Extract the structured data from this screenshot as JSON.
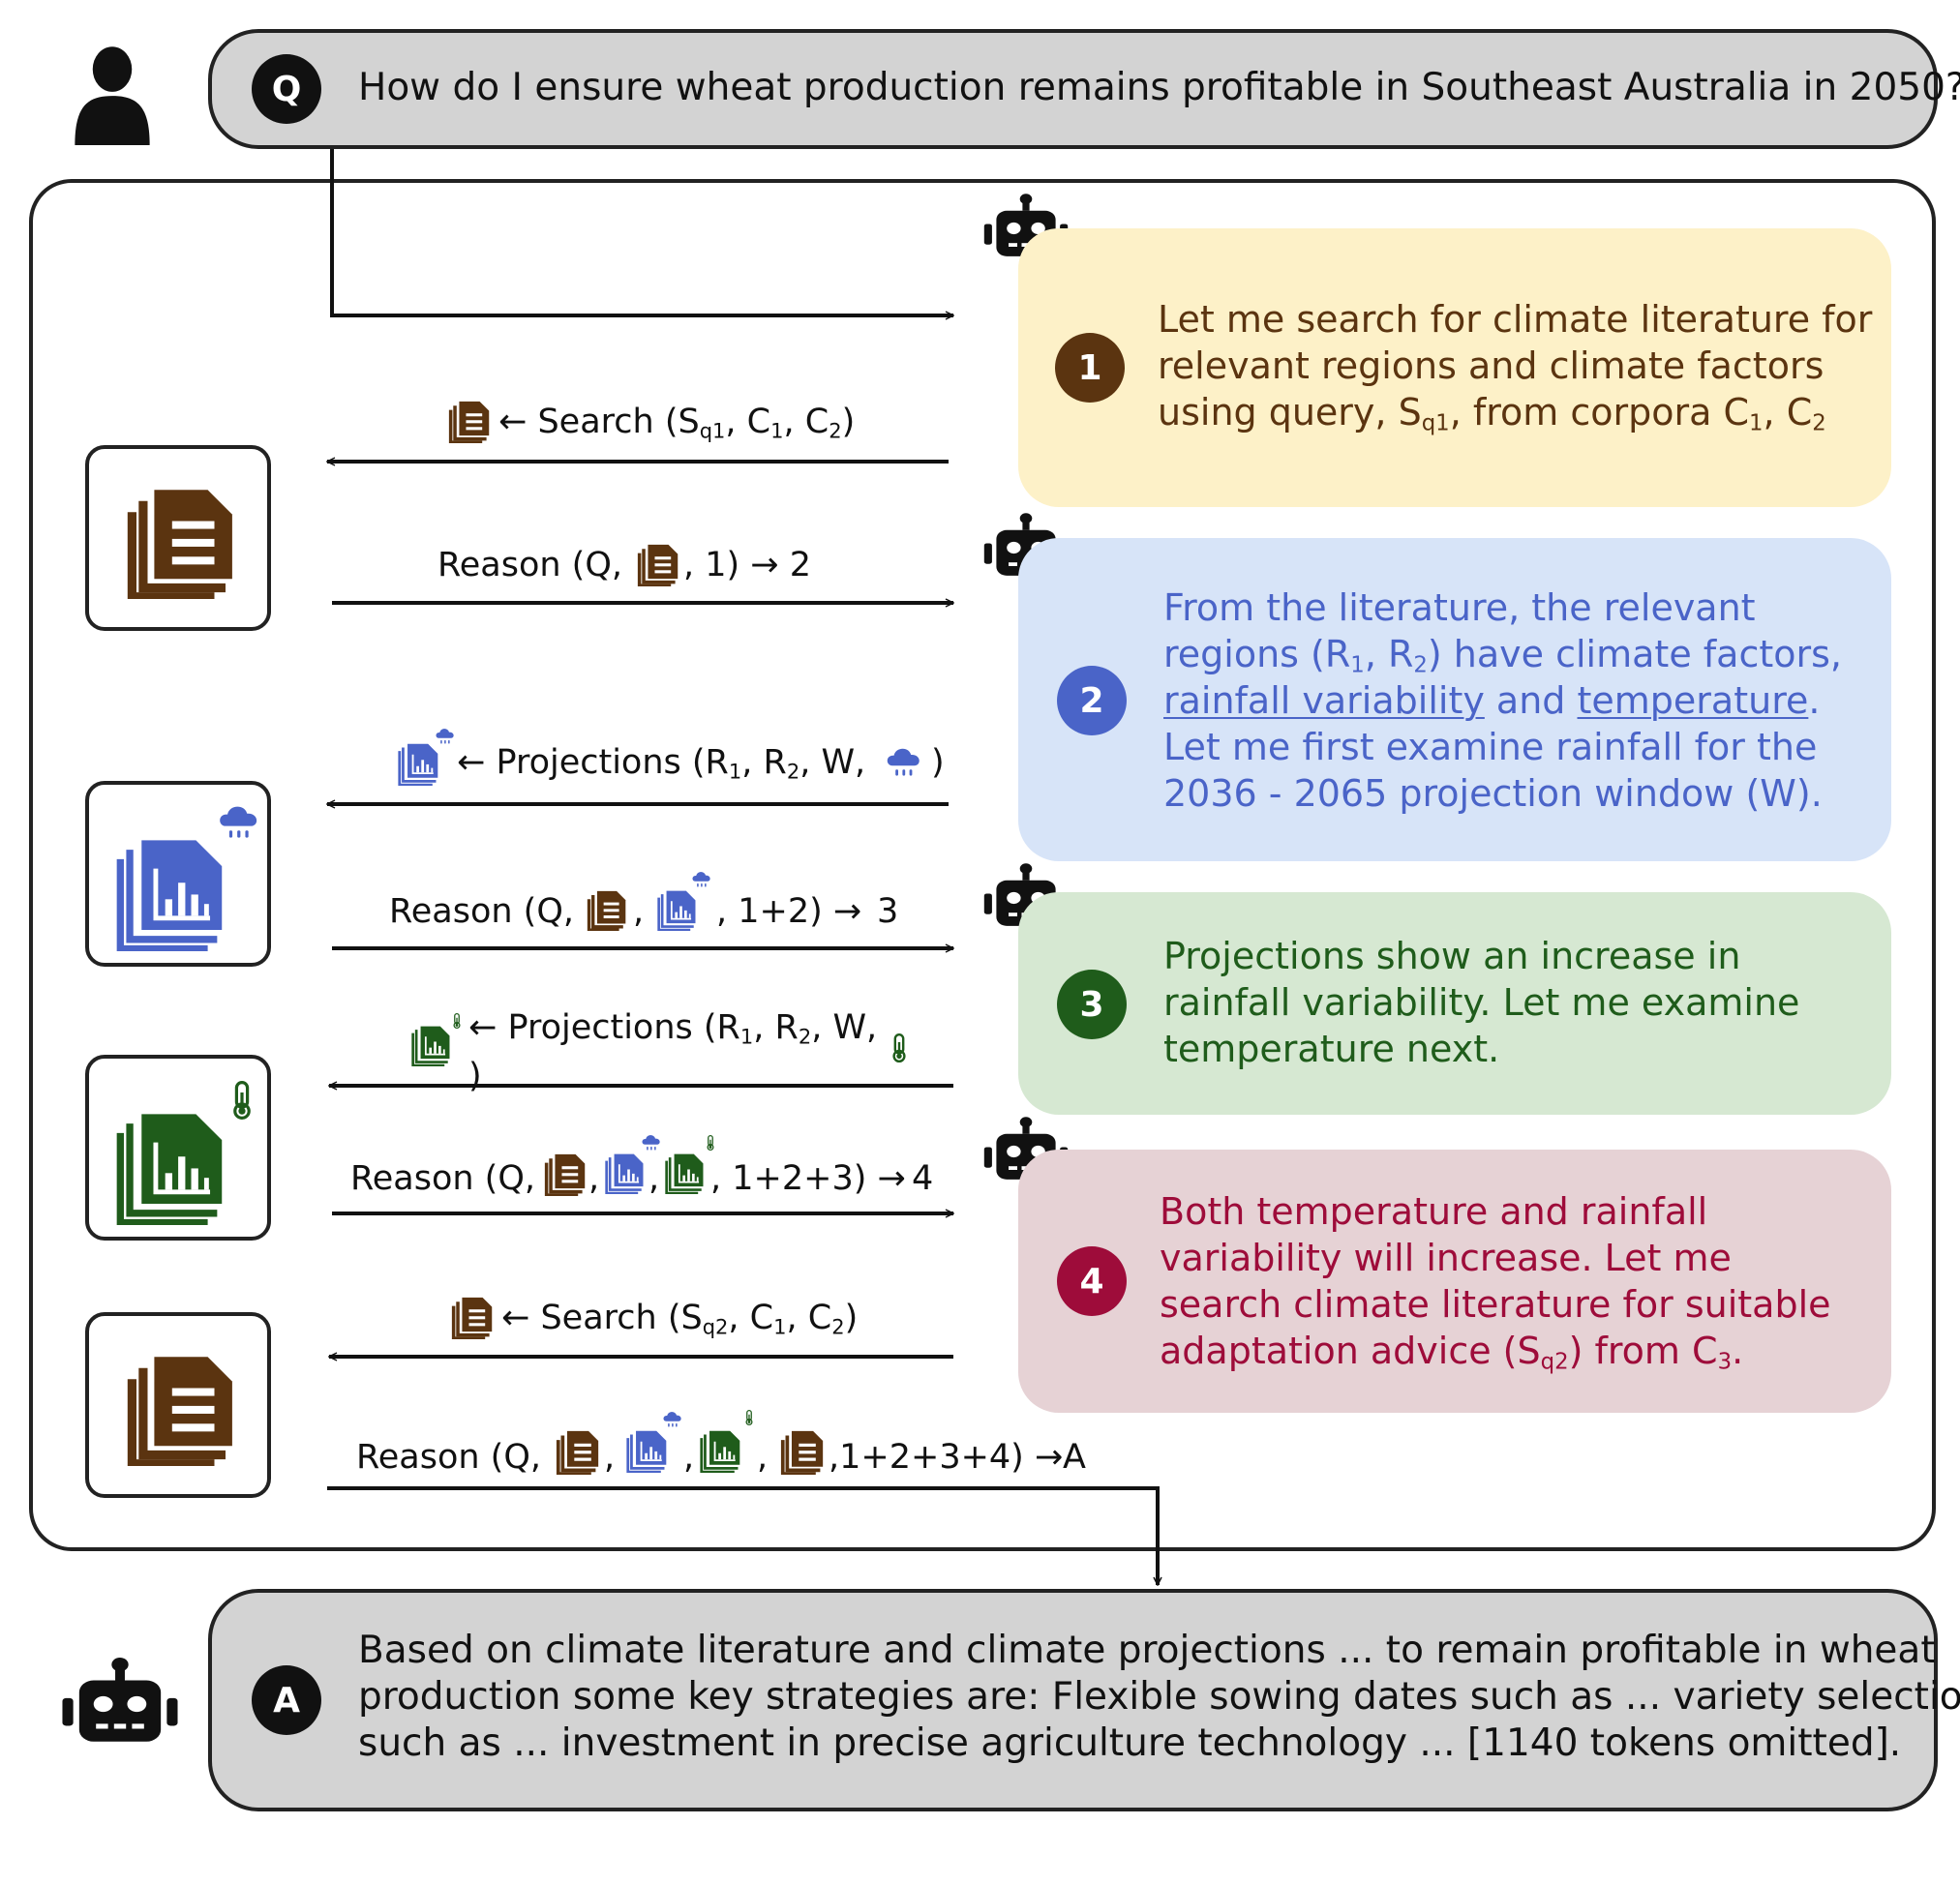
{
  "question": {
    "badge": "Q",
    "text": "How do I ensure wheat production remains profitable in Southeast Australia in 2050?"
  },
  "answer": {
    "badge": "A",
    "line1": "Based on climate literature and climate projections ... to remain profitable in wheat",
    "line2": "production some key strategies are: Flexible sowing dates such as ... variety selection",
    "line3": "such as ... investment in precise agriculture technology ... [1140 tokens omitted]."
  },
  "steps": [
    {
      "num": "1",
      "line1": "Let me search for climate literature for",
      "line2": "relevant regions and climate factors",
      "line3_pre": "using query, S",
      "line3_sub": "q1",
      "line3_mid": ", from corpora C",
      "line3_sub2": "1",
      "line3_mid2": ", C",
      "line3_sub3": "2"
    },
    {
      "num": "2",
      "line1": "From the literature, the relevant",
      "line2_pre": "regions (R",
      "line2_sub": "1",
      "line2_mid": ", R",
      "line2_sub2": "2",
      "line2_post": ") have climate factors,",
      "line3_u1": "rainfall variability",
      "line3_mid": " and ",
      "line3_u2": "temperature",
      "line3_post": ".",
      "line4": "Let me first examine rainfall for the",
      "line5": "2036 - 2065 projection window (W)."
    },
    {
      "num": "3",
      "line1": "Projections show an increase in",
      "line2": "rainfall variability. Let me examine",
      "line3": "temperature next."
    },
    {
      "num": "4",
      "line1": "Both temperature and rainfall",
      "line2": "variability will increase. Let me",
      "line3": "search climate literature for suitable",
      "line4_pre": "adaptation advice (S",
      "line4_sub": "q2",
      "line4_mid": ") from C",
      "line4_sub2": "3",
      "line4_post": "."
    }
  ],
  "edges": {
    "search1": {
      "pre": "← Search (S",
      "sub1": "q1",
      "mid1": ", C",
      "sub2": "1",
      "mid2": ", C",
      "sub3": "2",
      "post": ")"
    },
    "reason1": {
      "pre": "Reason (Q,",
      "post": ", 1) → 2"
    },
    "proj_rain": {
      "pre": "← Projections (R",
      "sub1": "1",
      "mid1": ", R",
      "sub2": "2",
      "mid2": ", W,",
      "post": ")"
    },
    "reason2": {
      "pre": "Reason (Q,",
      "sep": ",",
      "post": ", 1+2) →",
      "target": "3"
    },
    "proj_temp": {
      "pre": "← Projections (R",
      "sub1": "1",
      "mid1": ", R",
      "sub2": "2",
      "mid2": ", W,",
      "post": ")"
    },
    "reason3": {
      "pre": "Reason (Q,",
      "sep1": ",",
      "sep2": ",",
      "post": ", 1+2+3) →",
      "target": "4"
    },
    "search2": {
      "pre": "← Search (S",
      "sub1": "q2",
      "mid1": ", C",
      "sub2": "1",
      "mid2": ", C",
      "sub3": "2",
      "post": ")"
    },
    "reason4": {
      "pre": "Reason (Q,",
      "sep1": ",",
      "sep2": ",",
      "sep3": ",",
      "post": ",1+2+3+4) →",
      "target": "A"
    }
  },
  "colors": {
    "brown": "#5b3410",
    "blue": "#4a64c8",
    "green": "#1f5c1b",
    "crimson": "#9e0c3a",
    "yellow_bg": "#fdf1c8",
    "blue_bg": "#d7e4f8",
    "green_bg": "#d6e8d2",
    "red_bg": "#e6d2d5",
    "grey_bg": "#d3d3d3"
  },
  "icons": [
    "person-icon",
    "robot-icon",
    "document-stack-icon",
    "rain-chart-icon",
    "temperature-chart-icon",
    "rain-cloud-icon",
    "thermometer-icon"
  ]
}
